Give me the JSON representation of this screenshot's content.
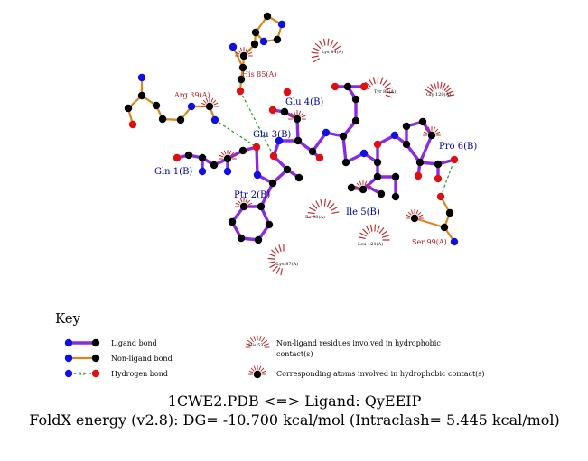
{
  "ligand_residues": [
    {
      "id": "gln1",
      "label": "Gln 1(B)"
    },
    {
      "id": "ptr2",
      "label": "Ptr 2(B)"
    },
    {
      "id": "glu3",
      "label": "Glu 3(B)"
    },
    {
      "id": "glu4",
      "label": "Glu 4(B)"
    },
    {
      "id": "ile5",
      "label": "Ile 5(B)"
    },
    {
      "id": "pro6",
      "label": "Pro 6(B)"
    }
  ],
  "hbond_residues": [
    {
      "id": "his85",
      "label": "His 85(A)"
    },
    {
      "id": "arg39",
      "label": "Arg 39(A)"
    },
    {
      "id": "ser99",
      "label": "Ser 99(A)"
    }
  ],
  "hydrophobic_residues": [
    {
      "id": "lys84",
      "label": "Lys 84(A)"
    },
    {
      "id": "tyr86",
      "label": "Tyr 86(A)"
    },
    {
      "id": "gly120",
      "label": "Gly 120(A)"
    },
    {
      "id": "ile98",
      "label": "Ile 98(A)"
    },
    {
      "id": "leu121",
      "label": "Leu 121(A)"
    },
    {
      "id": "lys87",
      "label": "Lys 87(A)"
    }
  ],
  "key": {
    "title": "Key",
    "ligand_bond": "Ligand bond",
    "nonligand_bond": "Non-ligand bond",
    "hydrogen_bond": "Hydrogen bond",
    "hbond_distance": "3.0",
    "example_residue": "His 53",
    "hydrophobic_residues_line1": "Non-ligand residues involved in hydrophobic",
    "hydrophobic_residues_line2": "contact(s)",
    "hydrophobic_atoms": "Corresponding atoms involved in hydrophobic contact(s)"
  },
  "caption": {
    "line1": "1CWE2.PDB <=> Ligand: QyEEIP",
    "line2": "FoldX energy (v2.8): DG= -10.700 kcal/mol (Intraclash= 5.445 kcal/mol)"
  },
  "colors": {
    "ligand_bond": "#8a2be2",
    "nonligand_bond": "#d4891e",
    "hbond": "#1a9a1a",
    "nitrogen": "#1010e0",
    "oxygen": "#e01010",
    "carbon": "#000000",
    "hydrophobic_arc": "#c03030"
  }
}
